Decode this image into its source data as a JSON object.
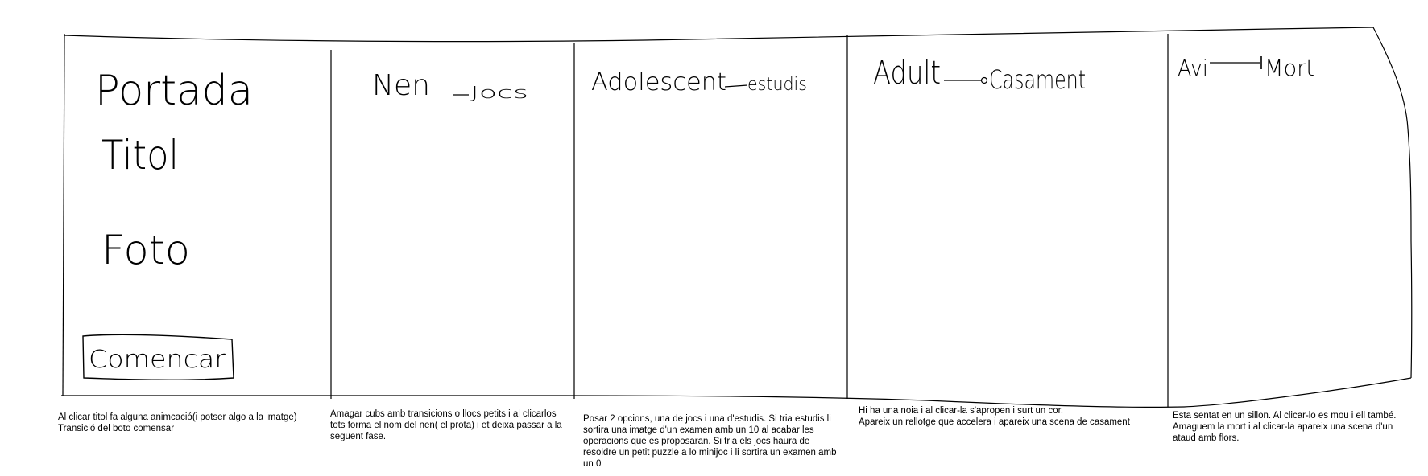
{
  "panels": [
    {
      "id": "portada",
      "sketch_lines": [
        "Portada",
        "Titol",
        "Foto"
      ],
      "button_label": "Comencar",
      "note": "Al clicar titol fa alguna animcació(i potser algo a la imatge)\nTransició del boto comensar"
    },
    {
      "id": "nen",
      "heading": "Nen",
      "arrow_target": "Jocs",
      "note": "Amagar cubs amb transicions o llocs petits i al clicarlos tots forma el nom del nen( el prota) i et deixa passar a la seguent fase."
    },
    {
      "id": "adolescent",
      "heading": "Adolescent",
      "arrow_target": "estudis",
      "note": "Posar 2 opcions, una de jocs i una d'estudis. Si tria estudis li sortira una imatge d'un examen amb un 10 al acabar les operacions que es proposaran. Si tria els jocs haura de resoldre un petit puzzle a lo minijoc i li sortira un examen amb un 0"
    },
    {
      "id": "adult",
      "heading": "Adult",
      "arrow_target": "Casament",
      "note": "Hi ha una noia i al clicar-la s'apropen i surt un cor.\nApareix un rellotge que accelera i apareix una scena de casament"
    },
    {
      "id": "avi",
      "heading": "Avi",
      "arrow_target": "Mort",
      "note": "Esta sentat en un sillon. Al clicar-lo es mou i ell també.\nAmaguem la mort i al clicar-la apareix una scena d'un ataud amb flors."
    }
  ]
}
